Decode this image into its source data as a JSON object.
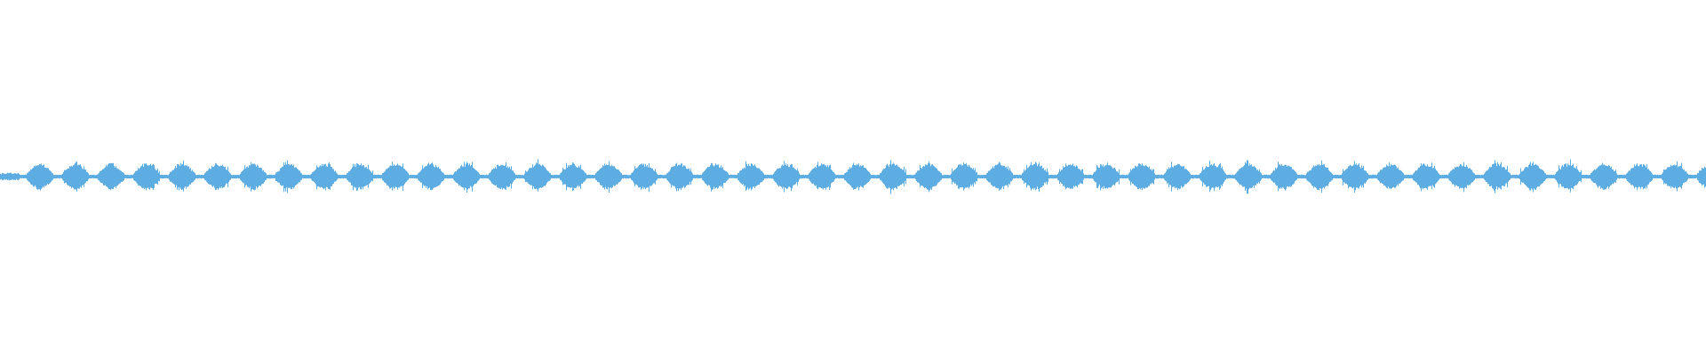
{
  "waveform": {
    "color": "#5dade2",
    "background": "#ffffff",
    "burst_count": 48,
    "silence_level": 0.1,
    "peak_level": 0.5
  }
}
